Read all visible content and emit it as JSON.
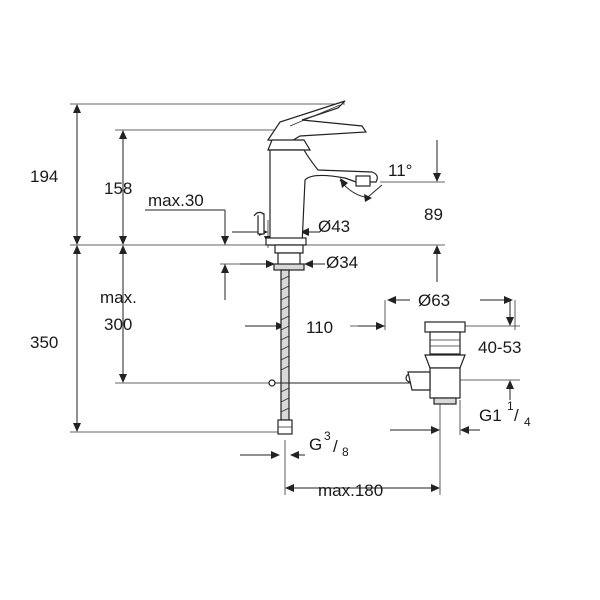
{
  "dimensions": {
    "height_total": "194",
    "height_spout": "158",
    "max_30": "max.30",
    "angle": "11°",
    "dia_43": "Ø43",
    "reach_89": "89",
    "dia_34": "Ø34",
    "max_label": "max.",
    "max_300": "300",
    "height_350": "350",
    "dist_110": "110",
    "dia_63": "Ø63",
    "range_40_53": "40-53",
    "thread_g1_main": "G1",
    "thread_g1_num": "1",
    "thread_g1_sep": "/",
    "thread_g1_den": "4",
    "thread_g38_main": "G",
    "thread_g38_num": "3",
    "thread_g38_sep": "/",
    "thread_g38_den": "8",
    "max_180": "max.180"
  }
}
